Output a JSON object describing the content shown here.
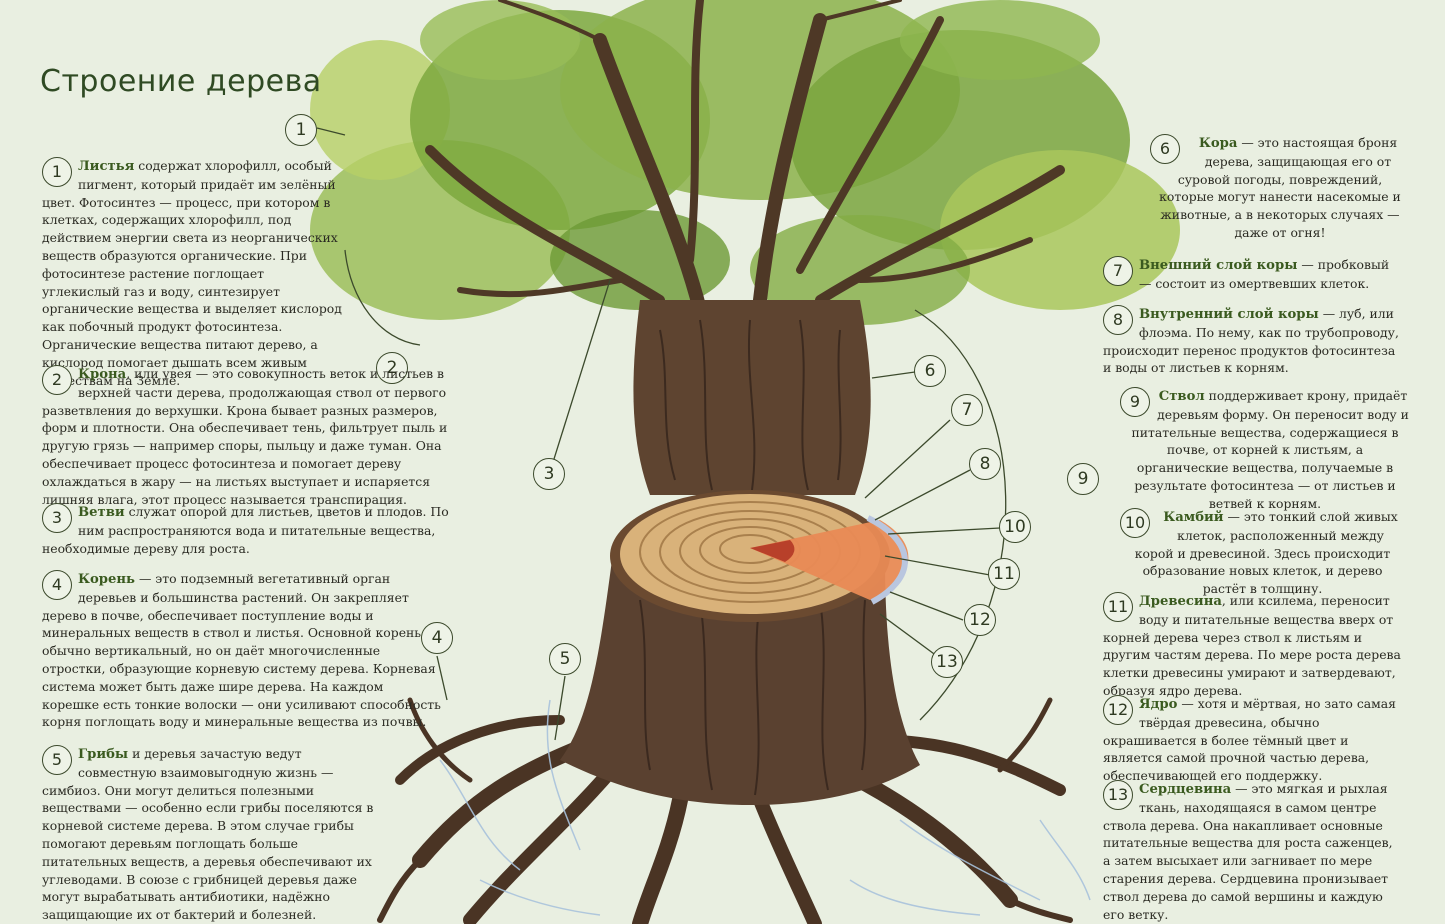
{
  "title": "Строение дерева",
  "callouts": [
    "1",
    "2",
    "3",
    "4",
    "5",
    "6",
    "7",
    "8",
    "9",
    "10",
    "11",
    "12",
    "13"
  ],
  "entries": [
    {
      "num": "1",
      "term": "Листья",
      "text": " содержат хлорофилл, особый пигмент, который придаёт им зелёный цвет. Фотосинтез — процесс, при котором в клетках, содержащих хлорофилл, под действием энергии света из неорганических веществ образуются органические. При фотосинтезе растение поглощает углекислый газ и воду, синтезирует органические вещества и выделяет кислород как побочный продукт фотосинтеза. Органические вещества питают дерево, а кислород помогает дышать всем живым существам на Земле."
    },
    {
      "num": "2",
      "term": "Крона",
      "text": ", или увея — это совокупность веток и листьев в верхней части дерева, продолжающая ствол от первого разветвления до верхушки. Крона бывает разных размеров, форм и плотности. Она обеспечивает тень, фильтрует пыль и другую грязь — например споры, пыльцу и даже туман. Она обеспечивает процесс фотосинтеза и помогает дереву охлаждаться в жару — на листьях выступает и испаряется лишняя влага, этот процесс называется транспирация."
    },
    {
      "num": "3",
      "term": "Ветви",
      "text": " служат опорой для листьев, цветов и плодов. По ним распространяются вода и питательные вещества, необходимые дереву для роста."
    },
    {
      "num": "4",
      "term": "Корень",
      "text": " — это подземный вегетативный орган деревьев и большинства растений. Он закрепляет дерево в почве, обеспечивает поступление воды и минеральных веществ в ствол и листья. Основной корень обычно вертикальный, но он даёт многочисленные отростки, образующие корневую систему дерева. Корневая система может быть даже шире дерева. На каждом корешке есть тонкие волоски — они усиливают способность корня поглощать воду и минеральные вещества из почвы."
    },
    {
      "num": "5",
      "term": "Грибы",
      "text": " и деревья зачастую ведут совместную взаимовыгодную жизнь — симбиоз. Они могут делиться полезными веществами — особенно если грибы поселяются в корневой системе дерева. В этом случае грибы помогают деревьям поглощать больше питательных веществ, а деревья обеспечивают их углеводами. В союзе с грибницей деревья даже могут вырабатывать антибиотики, надёжно защищающие их от бактерий и болезней."
    },
    {
      "num": "6",
      "term": "Кора",
      "text": " — это настоящая броня дерева, защищающая его от суровой погоды, повреждений, которые могут нанести насекомые и животные, а в некоторых случаях — даже от огня!"
    },
    {
      "num": "7",
      "term": "Внешний слой коры",
      "text": " — пробковый — состоит из омертвевших клеток."
    },
    {
      "num": "8",
      "term": "Внутренний слой коры",
      "text": " — луб, или флоэма. По нему, как по трубопроводу, происходит перенос продуктов фотосинтеза и воды от листьев к корням."
    },
    {
      "num": "9",
      "term": "Ствол",
      "text": " поддерживает крону, придаёт деревьям форму. Он переносит воду и питательные вещества, содержащиеся в почве, от корней к листьям, а органические вещества, получаемые в результате фотосинтеза — от листьев и ветвей к корням."
    },
    {
      "num": "10",
      "term": "Камбий",
      "text": " — это тонкий слой живых клеток, расположенный между корой и древесиной. Здесь происходит образование новых клеток, и дерево растёт в толщину."
    },
    {
      "num": "11",
      "term": "Древесина",
      "text": ", или ксилема, переносит воду и питательные вещества вверх от корней дерева через ствол к листьям и другим частям дерева. По мере роста дерева клетки древесины умирают и затвердевают, образуя ядро дерева."
    },
    {
      "num": "12",
      "term": "Ядро",
      "text": " — хотя и мёртвая, но зато самая твёрдая древесина, обычно окрашивается в более тёмный цвет и является самой прочной частью дерева, обеспечивающей его поддержку."
    },
    {
      "num": "13",
      "term": "Сердцевина",
      "text": " — это мягкая и рыхлая ткань, находящаяся в самом центре ствола дерева. Она накапливает основные питательные вещества для роста саженцев, а затем высыхает или загнивает по мере старения дерева. Сердцевина пронизывает ствол дерева до самой вершины и каждую его ветку."
    }
  ]
}
